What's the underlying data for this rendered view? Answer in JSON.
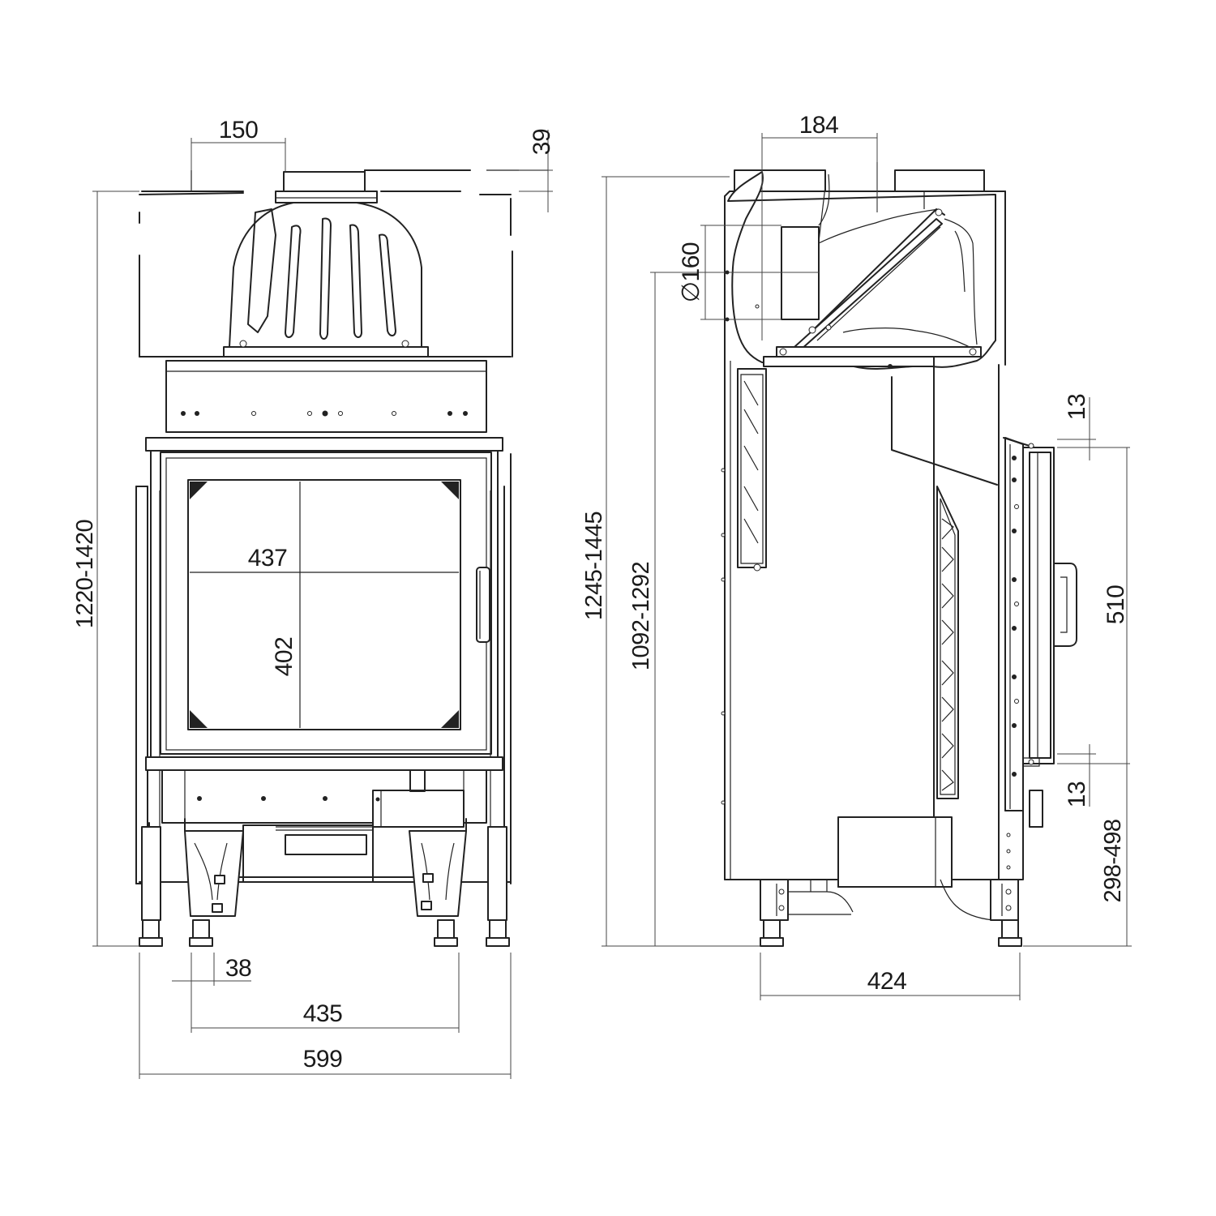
{
  "front_view": {
    "dim_flue_width": "150",
    "dim_top_offset": "39",
    "dim_total_height": "1220-1420",
    "dim_glass_width": "437",
    "dim_glass_height": "402",
    "dim_leg_width": "38",
    "dim_leg_spacing": "435",
    "dim_total_width": "599"
  },
  "side_view": {
    "dim_flue_offset": "184",
    "dim_flue_diameter": "∅160",
    "dim_total_height": "1245-1445",
    "dim_flue_height": "1092-1292",
    "dim_door_top_gap": "13",
    "dim_door_height": "510",
    "dim_door_bottom_gap": "13",
    "dim_door_base_height": "298-498",
    "dim_total_depth": "424"
  }
}
